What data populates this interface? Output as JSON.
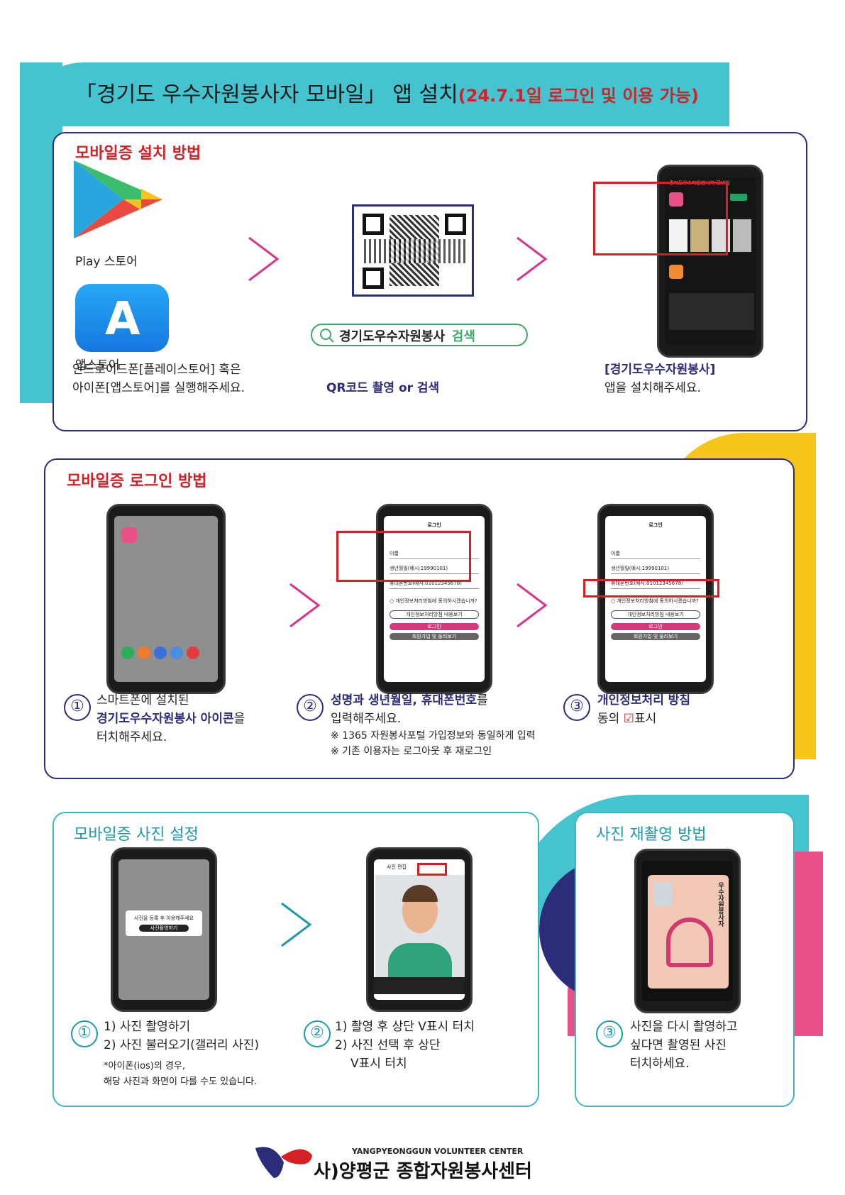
{
  "header": {
    "title": "「경기도 우수자원봉사자 모바일」 앱 설치",
    "title_note": "(24.7.1일 로그인 및 이용 가능)"
  },
  "install": {
    "title": "모바일증 설치 방법",
    "playstore_label": "Play 스토어",
    "appstore_label": "앱스토어",
    "search_text": "경기도우수자원봉사",
    "search_suffix": "검색",
    "desc_left_line1": "안드로이드폰[플레이스토어] 혹은",
    "desc_left_line2": "아이폰[앱스토어]를 실행해주세요.",
    "desc_center": "QR코드 촬영 or 검색",
    "desc_right_line1": "[경기도우수자원봉사]",
    "desc_right_line2": "앱을 설치해주세요."
  },
  "login": {
    "title": "모바일증 로그인 방법",
    "step1": {
      "num": "①",
      "line1": "스마트폰에 설치된",
      "line2_em": "경기도우수자원봉사 아이콘",
      "line2_tail": "을",
      "line3": "터치해주세요."
    },
    "step2": {
      "num": "②",
      "line1_em": "성명과 생년월일, 휴대폰번호",
      "line1_tail": "를",
      "line2": "입력해주세요.",
      "note1": "※ 1365 자원봉사포털 가입정보와 동일하게 입력",
      "note2": "※ 기존 이용자는 로그아웃 후 재로그인"
    },
    "step3": {
      "num": "③",
      "line1_em": "개인정보처리 방침",
      "line2_head": "동의 ",
      "check": "☑",
      "line2_tail": "표시"
    },
    "screen_title": "로그인",
    "login_button": "로그인",
    "fields": [
      "이름",
      "생년월일(예시:19990101)",
      "휴대폰번호(예시:01012345678)"
    ],
    "agree": "○ 개인정보처리방침에 동의하시겠습니까?",
    "view_policy": "개인정보처리방침 내용보기",
    "signup": "회원가입 및 둘러보기"
  },
  "photo": {
    "title": "모바일증 사진 설정",
    "step1": {
      "num": "①",
      "line1": "1) 사진 촬영하기",
      "line2": "2) 사진 불러오기(갤러리 사진)",
      "note1": "*아이폰(ios)의 경우,",
      "note2": "해당 사진과 화면이 다를 수도 있습니다."
    },
    "step2": {
      "num": "②",
      "line1": "1) 촬영 후 상단 V표시 터치",
      "line2": "2) 사진 선택 후 상단",
      "line3": "V표시 터치"
    },
    "dialog_text": "사진을 등록 후 이용해주세요",
    "dialog_button": "사진촬영하기",
    "editor_title": "사진 편집"
  },
  "retake": {
    "title": "사진 재촬영 방법",
    "step3": {
      "num": "③",
      "line1": "사진을 다시 촬영하고",
      "line2": "싶다면 촬영된 사진",
      "line3": "터치하세요."
    },
    "card_title": "우수자원봉사자"
  },
  "footer": {
    "en": "YANGPYEONGGUN VOLUNTEER CENTER",
    "ko": "사)양평군 종합자원봉사센터"
  },
  "colors": {
    "accent_red": "#d42027",
    "navy": "#2b2d7a",
    "teal": "#3fb6c0",
    "yellow": "#f5c518",
    "pink": "#e8508a"
  }
}
